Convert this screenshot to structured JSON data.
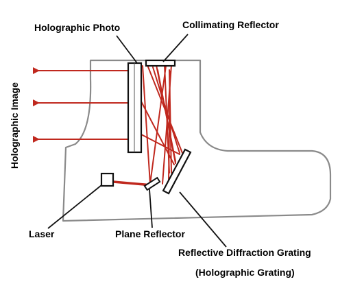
{
  "labels": {
    "holographic_photo": "Holographic Photo",
    "collimating_reflector": "Collimating Reflector",
    "holographic_image": "Holographic Image",
    "laser": "Laser",
    "plane_reflector": "Plane Reflector",
    "reflective_diffraction_grating": "Reflective Diffraction Grating",
    "holographic_grating": "(Holographic Grating)"
  },
  "colors": {
    "beam": "#c0281e",
    "outline": "#8a8a8a",
    "component": "#111111"
  }
}
